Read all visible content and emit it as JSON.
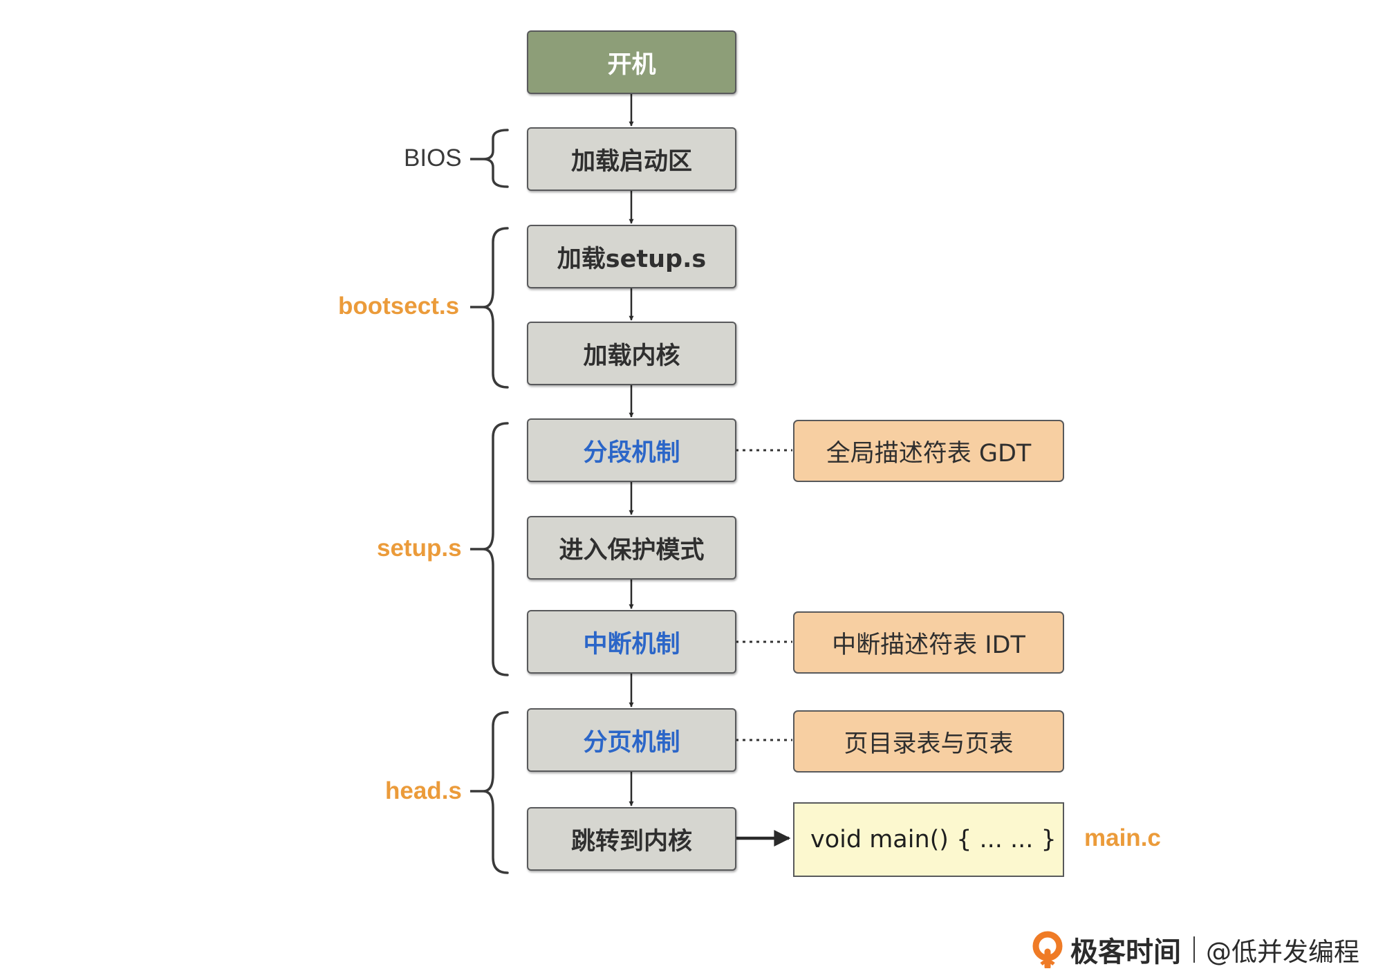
{
  "flow": {
    "start": "开机",
    "load_boot_sector": "加载启动区",
    "load_setup": "加载setup.s",
    "load_kernel": "加载内核",
    "segmentation": "分段机制",
    "enter_protected_mode": "进入保护模式",
    "interrupts": "中断机制",
    "paging": "分页机制",
    "jump_to_kernel": "跳转到内核"
  },
  "notes": {
    "gdt": "全局描述符表 GDT",
    "idt": "中断描述符表 IDT",
    "page_tables": "页目录表与页表",
    "main_code": "void main() { ... ... }"
  },
  "stages": {
    "bios": "BIOS",
    "bootsect": "bootsect.s",
    "setup": "setup.s",
    "head": "head.s",
    "main": "main.c"
  },
  "colors": {
    "start_fill": "#8d9e78",
    "step_fill": "#d6d6d0",
    "accent_text": "#2b66c8",
    "note_fill": "#f7cfa2",
    "code_fill": "#fcf8cf",
    "stage_label": "#eb9b3a",
    "brand_icon": "#ef7b26"
  },
  "brand": {
    "name": "极客时间",
    "handle": "@低并发编程",
    "icon": "geektime-logo-icon"
  }
}
